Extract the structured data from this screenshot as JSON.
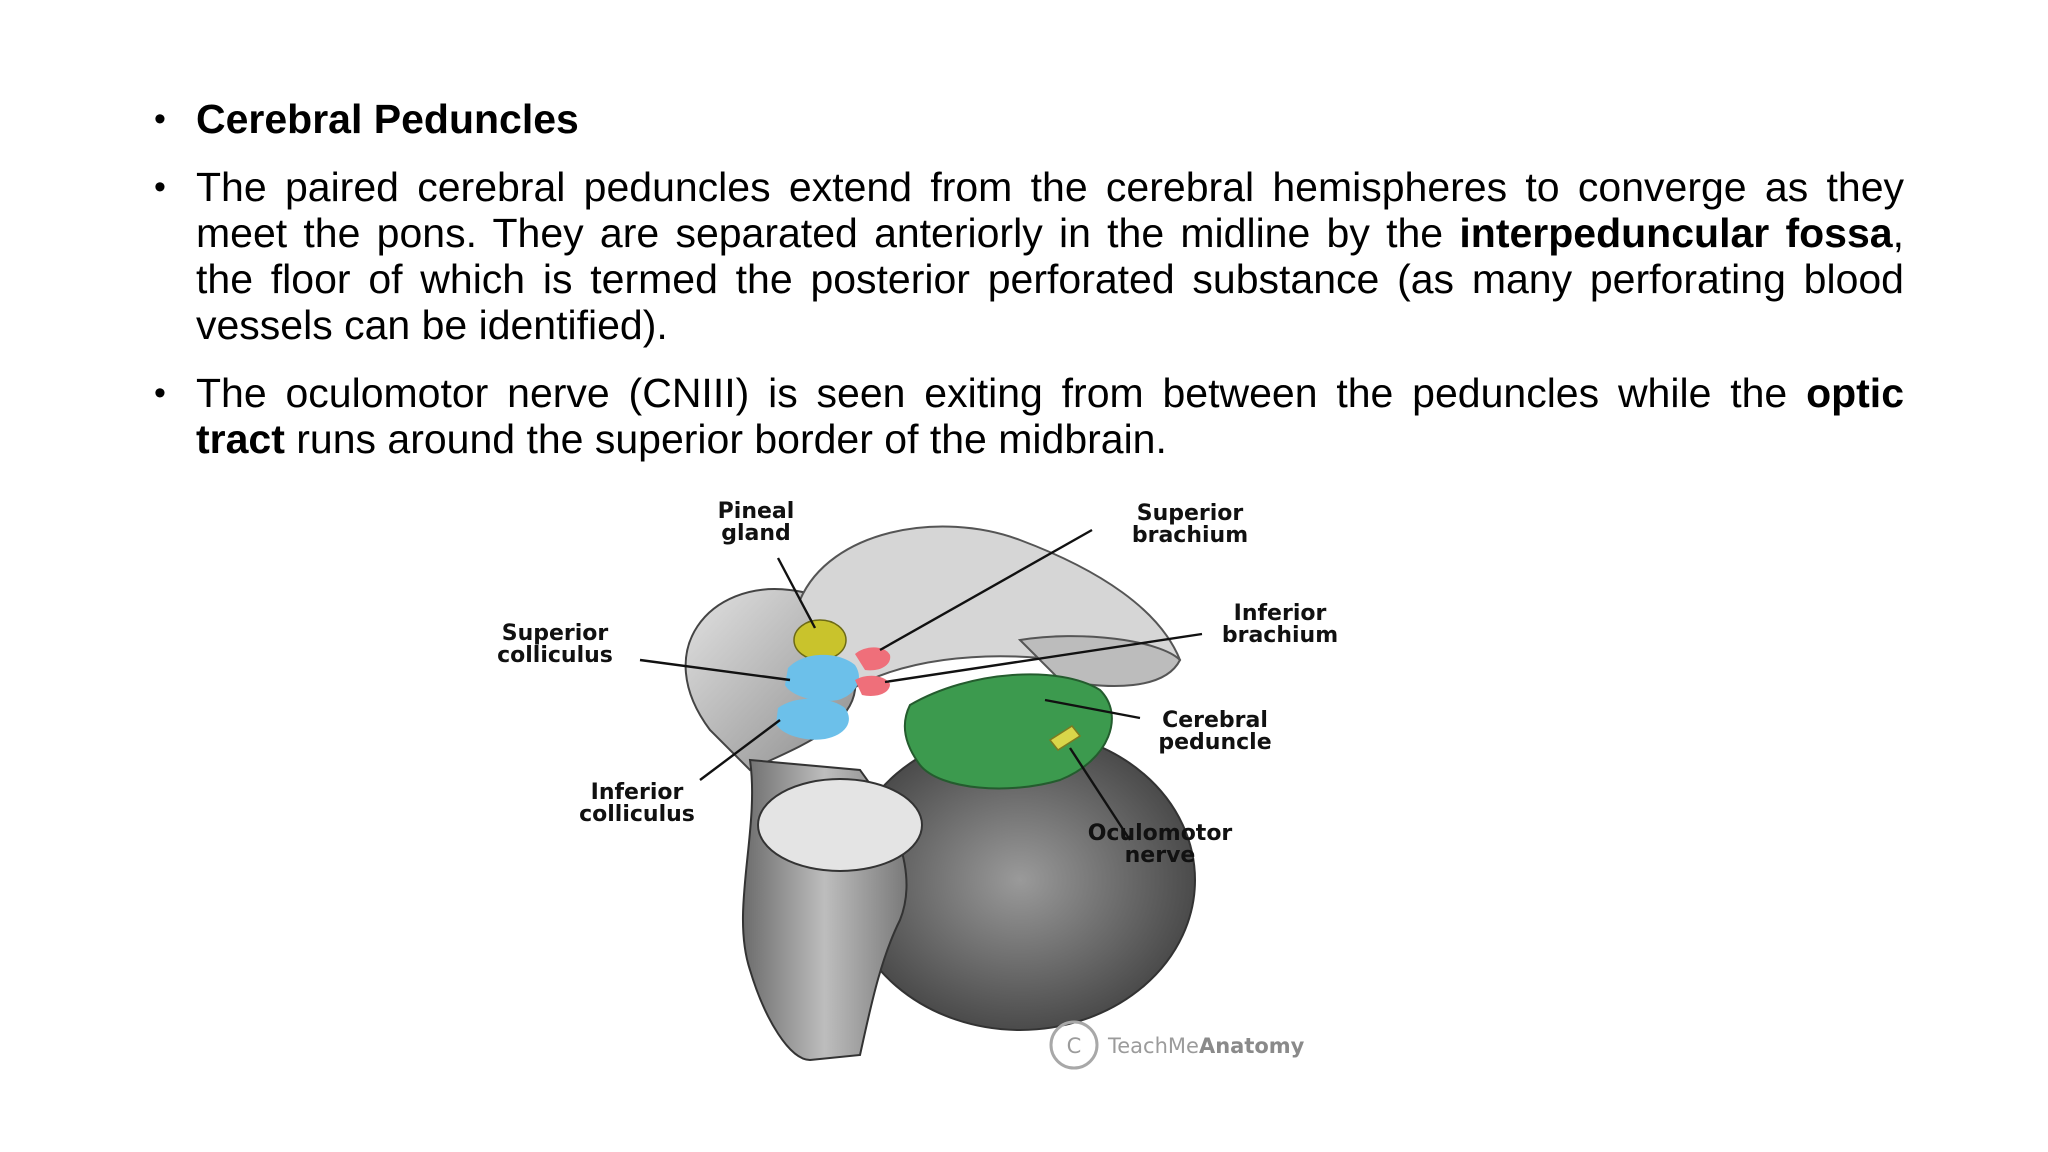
{
  "bullets": [
    {
      "heading": "Cerebral Peduncles"
    },
    {
      "parts": [
        {
          "text": "The paired cerebral peduncles extend from the cerebral hemispheres to converge as they meet the pons. They are separated anteriorly in the midline by the ",
          "bold": false
        },
        {
          "text": "interpeduncular fossa",
          "bold": true
        },
        {
          "text": ", the floor of which is termed the posterior perforated substance (as many perforating blood vessels can be identified).",
          "bold": false
        }
      ]
    },
    {
      "parts": [
        {
          "text": "The oculomotor nerve (CNIII) is seen exiting from between the peduncles while the ",
          "bold": false
        },
        {
          "text": "optic tract",
          "bold": true
        },
        {
          "text": " runs around the superior border of the midbrain.",
          "bold": false
        }
      ]
    }
  ],
  "figure": {
    "labels": {
      "pineal": [
        "Pineal",
        "gland"
      ],
      "superior_brachium": [
        "Superior",
        "brachium"
      ],
      "inferior_brachium": [
        "Inferior",
        "brachium"
      ],
      "superior_colliculus": [
        "Superior",
        "colliculus"
      ],
      "cerebral_peduncle": [
        "Cerebral",
        "peduncle"
      ],
      "inferior_colliculus": [
        "Inferior",
        "colliculus"
      ],
      "oculomotor": [
        "Oculomotor",
        "nerve"
      ]
    },
    "watermark": {
      "symbol": "C",
      "brand_light": "TeachMe",
      "brand_bold": "Anatomy"
    },
    "colors": {
      "pineal": "#c9c32c",
      "colliculi": "#6cc0ea",
      "brachia": "#ef6f7a",
      "peduncle": "#3c9a4e",
      "oculomotor": "#d9d64a"
    }
  }
}
